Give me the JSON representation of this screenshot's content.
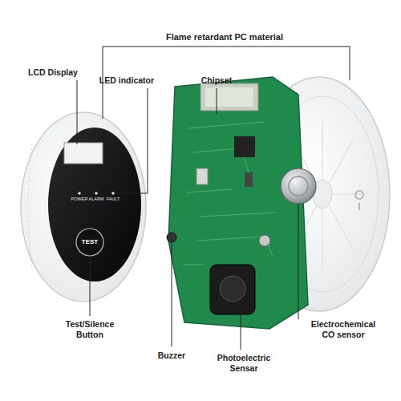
{
  "diagram": {
    "labels": [
      "Flame retardant PC material",
      "LCD Display",
      "LED indicator",
      "Chipset",
      "POWER",
      "ALARM",
      "FAULT",
      "TEST",
      "Test/Silence Button",
      "Buzzer",
      "Photoelectric Sensar",
      "Electrochemical CO sensor"
    ]
  }
}
